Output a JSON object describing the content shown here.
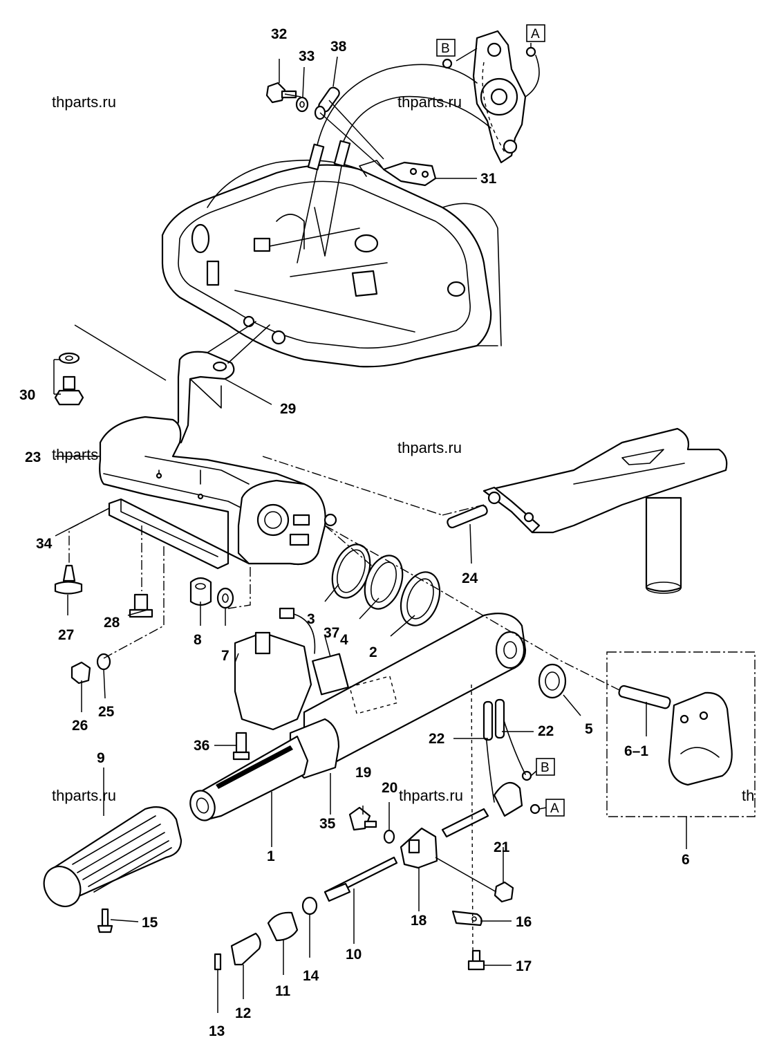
{
  "watermark": "thparts.ru",
  "watermark_edge": "th",
  "ref_markers": {
    "a": "A",
    "b": "B"
  },
  "callouts": {
    "p1": "1",
    "p2": "2",
    "p3": "3",
    "p4": "4",
    "p5": "5",
    "p6": "6",
    "p6_1": "6–1",
    "p7": "7",
    "p8": "8",
    "p9": "9",
    "p10": "10",
    "p11": "11",
    "p12": "12",
    "p13": "13",
    "p14": "14",
    "p15": "15",
    "p16": "16",
    "p17": "17",
    "p18": "18",
    "p19": "19",
    "p20": "20",
    "p21": "21",
    "p22": "22",
    "p23": "23",
    "p24": "24",
    "p25": "25",
    "p26": "26",
    "p27": "27",
    "p28": "28",
    "p29": "29",
    "p30": "30",
    "p31": "31",
    "p32": "32",
    "p33": "33",
    "p34": "34",
    "p35": "35",
    "p36": "36",
    "p37": "37",
    "p38": "38"
  }
}
